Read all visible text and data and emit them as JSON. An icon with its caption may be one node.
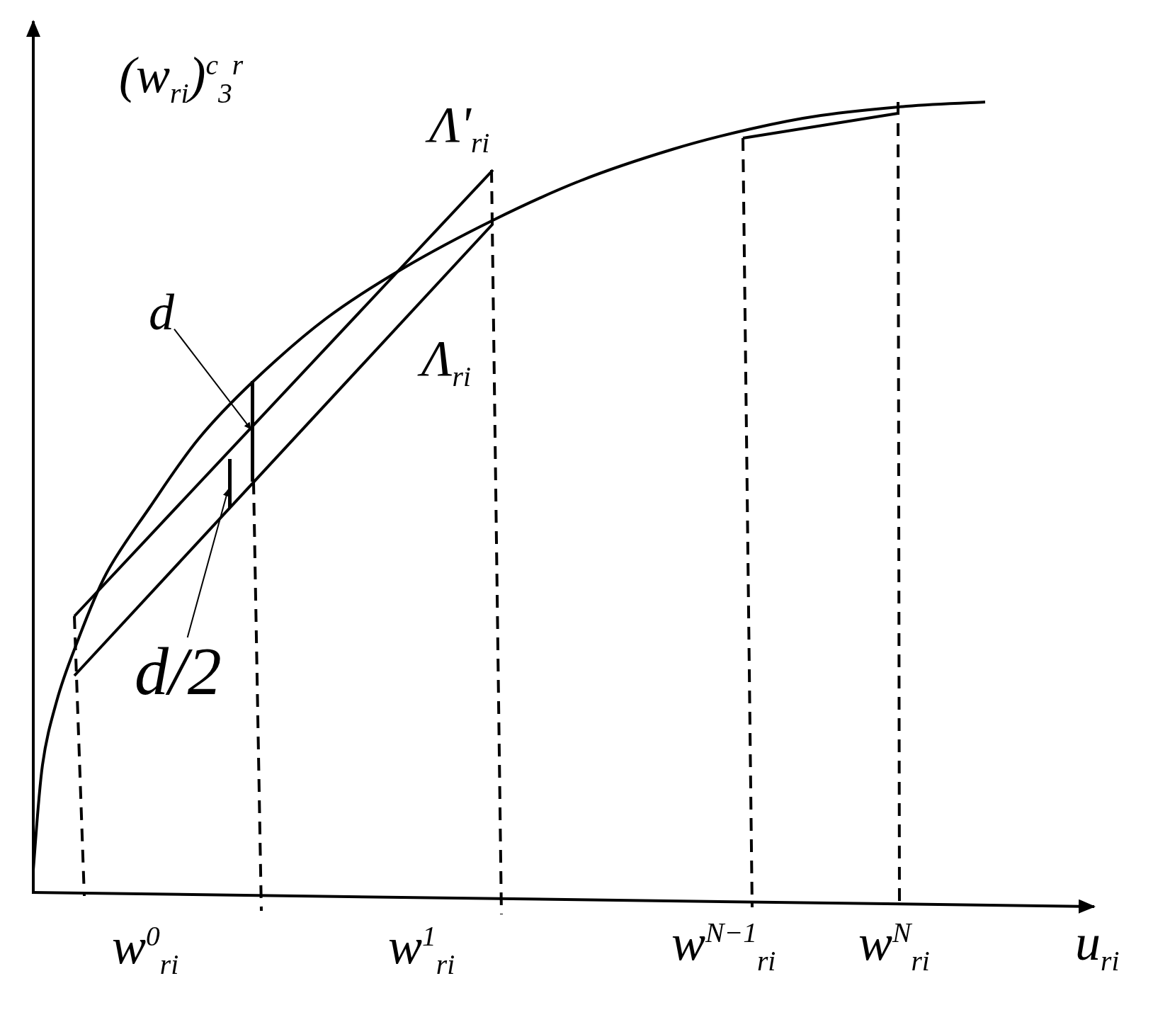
{
  "diagram": {
    "nodes": [
      {
        "text": [
          "d"
        ]
      },
      {
        "text": [],
        "shape": "bar"
      },
      {
        "text": [
          "d/2"
        ]
      },
      {
        "text": [],
        "shape": "bar"
      }
    ],
    "edges": [
      {
        "from": 0,
        "to": 1,
        "arrow": "to"
      },
      {
        "from": 2,
        "to": 3,
        "arrow": "to"
      }
    ],
    "labels": [
      "(w$_{ri}$)$^{c}$$_{3}$$^{r}$",
      "Λ'$_{ri}$",
      "Λ$_{ri}$",
      "w$^{0}$$_{ri}$",
      "w$^{1}$$_{ri}$",
      "w$^{N−1}$$_{ri}$",
      "w$^{N}$$_{ri}$",
      "u$_{ri}$"
    ]
  }
}
